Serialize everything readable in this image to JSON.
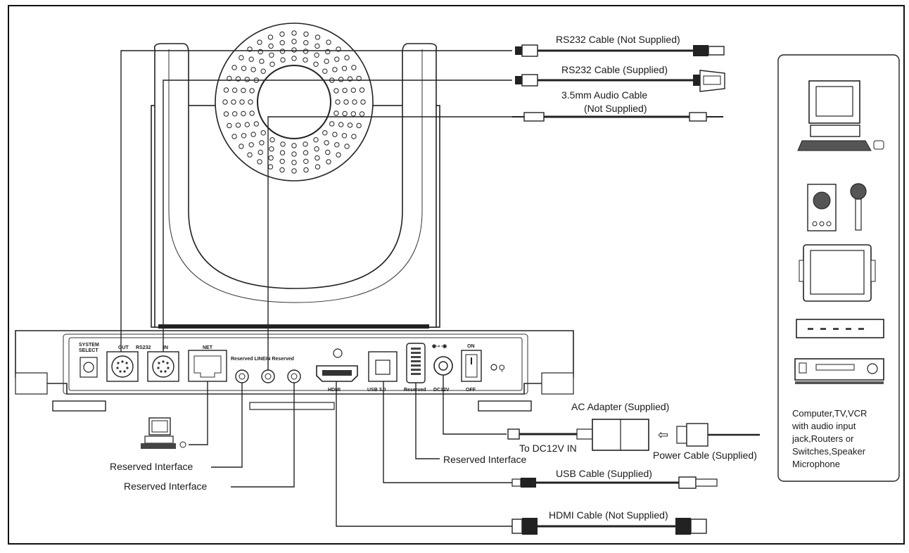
{
  "cables": {
    "rs232_not_supplied": "RS232 Cable (Not Supplied)",
    "rs232_supplied": "RS232 Cable (Supplied)",
    "audio_line1": "3.5mm Audio Cable",
    "audio_line2": "(Not Supplied)",
    "ac_adapter": "AC Adapter (Supplied)",
    "to_dc12v": "To DC12V IN",
    "power_cable": "Power Cable (Supplied)",
    "usb_cable": "USB Cable (Supplied)",
    "hdmi_cable": "HDMI Cable (Not Supplied)"
  },
  "interfaces": {
    "reserved_1": "Reserved Interface",
    "reserved_2": "Reserved Interface",
    "reserved_3": "Reserved Interface"
  },
  "ports": {
    "system_select_1": "SYSTEM",
    "system_select_2": "SELECT",
    "out": "OUT",
    "rs232": "RS232",
    "in": "IN",
    "net": "NET",
    "reserved_linein": "Reserved LINEIN Reserved",
    "hdmi": "HDMI",
    "usb": "USB 3.0",
    "reserved": "Reserved",
    "dc12v": "DC12V",
    "on": "ON",
    "off": "OFF"
  },
  "devices_panel": {
    "line1": "Computer,TV,VCR",
    "line2": "with audio input",
    "line3": "jack,Routers or",
    "line4": "Switches,Speaker",
    "line5": "Microphone"
  }
}
